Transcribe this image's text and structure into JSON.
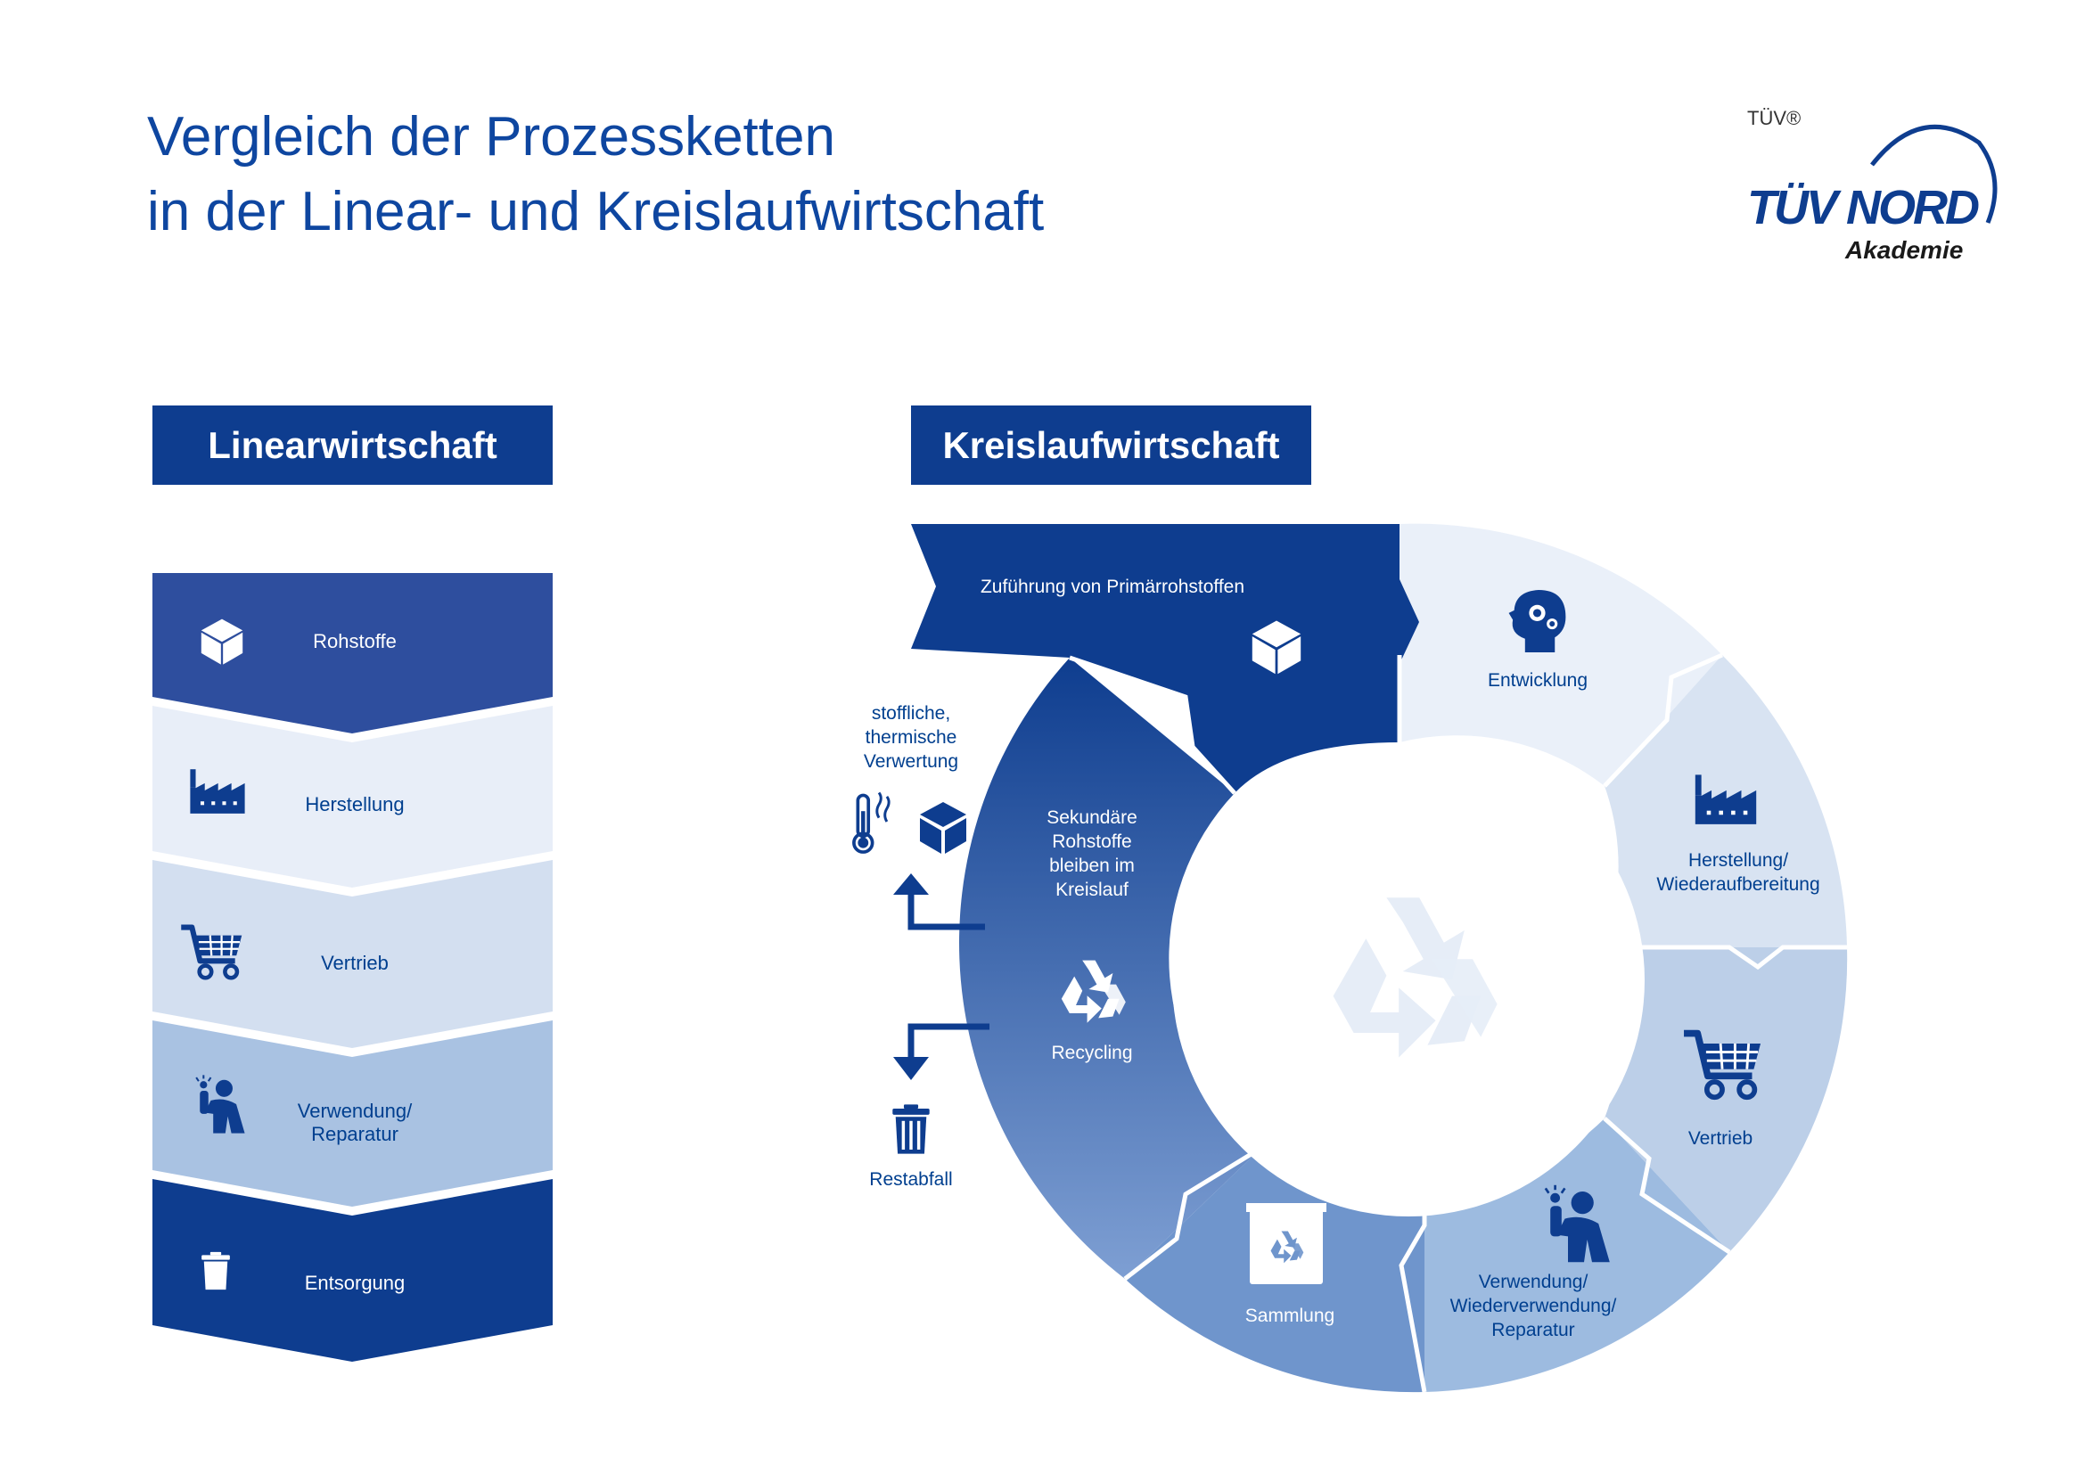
{
  "title": {
    "line1": "Vergleich der Prozessketten",
    "line2": "in der Linear- und Kreislaufwirtschaft"
  },
  "logo": {
    "tuev_small": "TÜV®",
    "brand": "TÜV NORD",
    "sub": "Akademie"
  },
  "linear": {
    "header": "Linearwirtschaft",
    "steps": [
      {
        "label": "Rohstoffe",
        "icon": "cube-icon",
        "color": "#2e4e9e"
      },
      {
        "label": "Herstellung",
        "icon": "factory-icon",
        "color": "#e8eef8"
      },
      {
        "label": "Vertrieb",
        "icon": "shopping-cart-icon",
        "color": "#d3dff0"
      },
      {
        "label_line1": "Verwendung/",
        "label_line2": "Reparatur",
        "icon": "person-idea-icon",
        "color": "#a9c2e2"
      },
      {
        "label": "Entsorgung",
        "icon": "trash-icon",
        "color": "#0e3d8f"
      }
    ]
  },
  "circular": {
    "header": "Kreislaufwirtschaft",
    "primary": "Zuführung von Primärrohstoffen",
    "entwicklung": "Entwicklung",
    "herstellung_line1": "Herstellung/",
    "herstellung_line2": "Wiederaufbereitung",
    "vertrieb": "Vertrieb",
    "verwendung_line1": "Verwendung/",
    "verwendung_line2": "Wiederverwendung/",
    "verwendung_line3": "Reparatur",
    "sammlung": "Sammlung",
    "recycling": "Recycling",
    "sekundaer_line1": "Sekundäre",
    "sekundaer_line2": "Rohstoffe",
    "sekundaer_line3": "bleiben im",
    "sekundaer_line4": "Kreislauf",
    "verwertung_line1": "stoffliche,",
    "verwertung_line2": "thermische",
    "verwertung_line3": "Verwertung",
    "restabfall": "Restabfall"
  },
  "colors": {
    "brand_blue": "#0e3d8f",
    "text_blue": "#003f8f",
    "light_1": "#eaf0f9",
    "light_2": "#d8e3f2",
    "mid_1": "#bccfe8",
    "mid_2": "#9dbbe0",
    "mid_3": "#6f95cc"
  }
}
